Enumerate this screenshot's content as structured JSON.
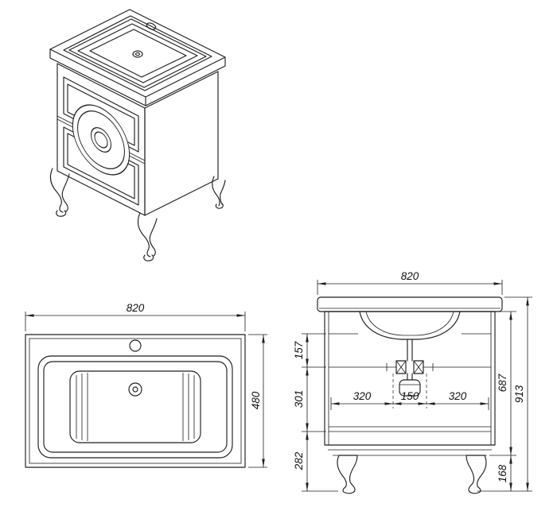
{
  "dims": {
    "plan": {
      "width": "820",
      "depth": "480"
    },
    "front": {
      "width": "820",
      "total_height": "913",
      "cabinet_height": "687",
      "upper_section": "157",
      "middle_section": "301",
      "lower_section": "282",
      "leg_height": "168",
      "left_span": "320",
      "center_span": "150",
      "right_span": "320"
    }
  },
  "colors": {
    "line": "#1f1f1f",
    "background": "#ffffff"
  }
}
